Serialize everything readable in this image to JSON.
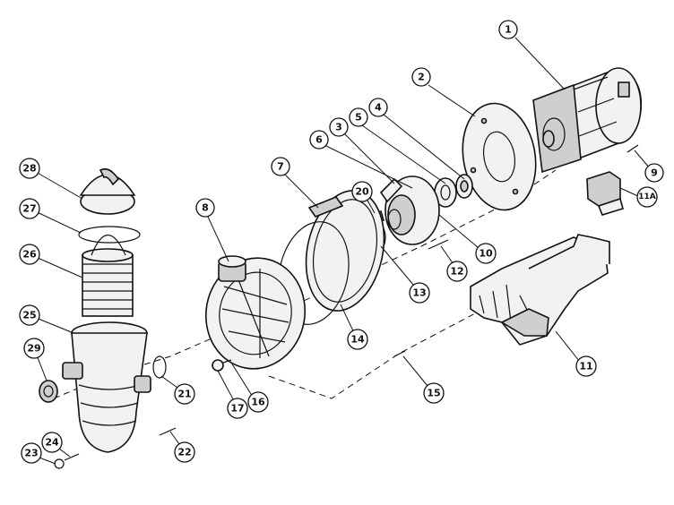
{
  "callouts": [
    {
      "id": "1",
      "label": "1"
    },
    {
      "id": "2",
      "label": "2"
    },
    {
      "id": "3",
      "label": "3"
    },
    {
      "id": "4",
      "label": "4"
    },
    {
      "id": "5",
      "label": "5"
    },
    {
      "id": "6",
      "label": "6"
    },
    {
      "id": "7",
      "label": "7"
    },
    {
      "id": "8",
      "label": "8"
    },
    {
      "id": "9",
      "label": "9"
    },
    {
      "id": "10",
      "label": "10"
    },
    {
      "id": "11",
      "label": "11"
    },
    {
      "id": "11a",
      "label": "11A"
    },
    {
      "id": "12",
      "label": "12"
    },
    {
      "id": "13",
      "label": "13"
    },
    {
      "id": "14",
      "label": "14"
    },
    {
      "id": "15",
      "label": "15"
    },
    {
      "id": "16",
      "label": "16"
    },
    {
      "id": "17",
      "label": "17"
    },
    {
      "id": "20",
      "label": "20"
    },
    {
      "id": "21",
      "label": "21"
    },
    {
      "id": "22",
      "label": "22"
    },
    {
      "id": "23",
      "label": "23"
    },
    {
      "id": "24",
      "label": "24"
    },
    {
      "id": "25",
      "label": "25"
    },
    {
      "id": "26",
      "label": "26"
    },
    {
      "id": "27",
      "label": "27"
    },
    {
      "id": "28",
      "label": "28"
    },
    {
      "id": "29",
      "label": "29"
    }
  ]
}
